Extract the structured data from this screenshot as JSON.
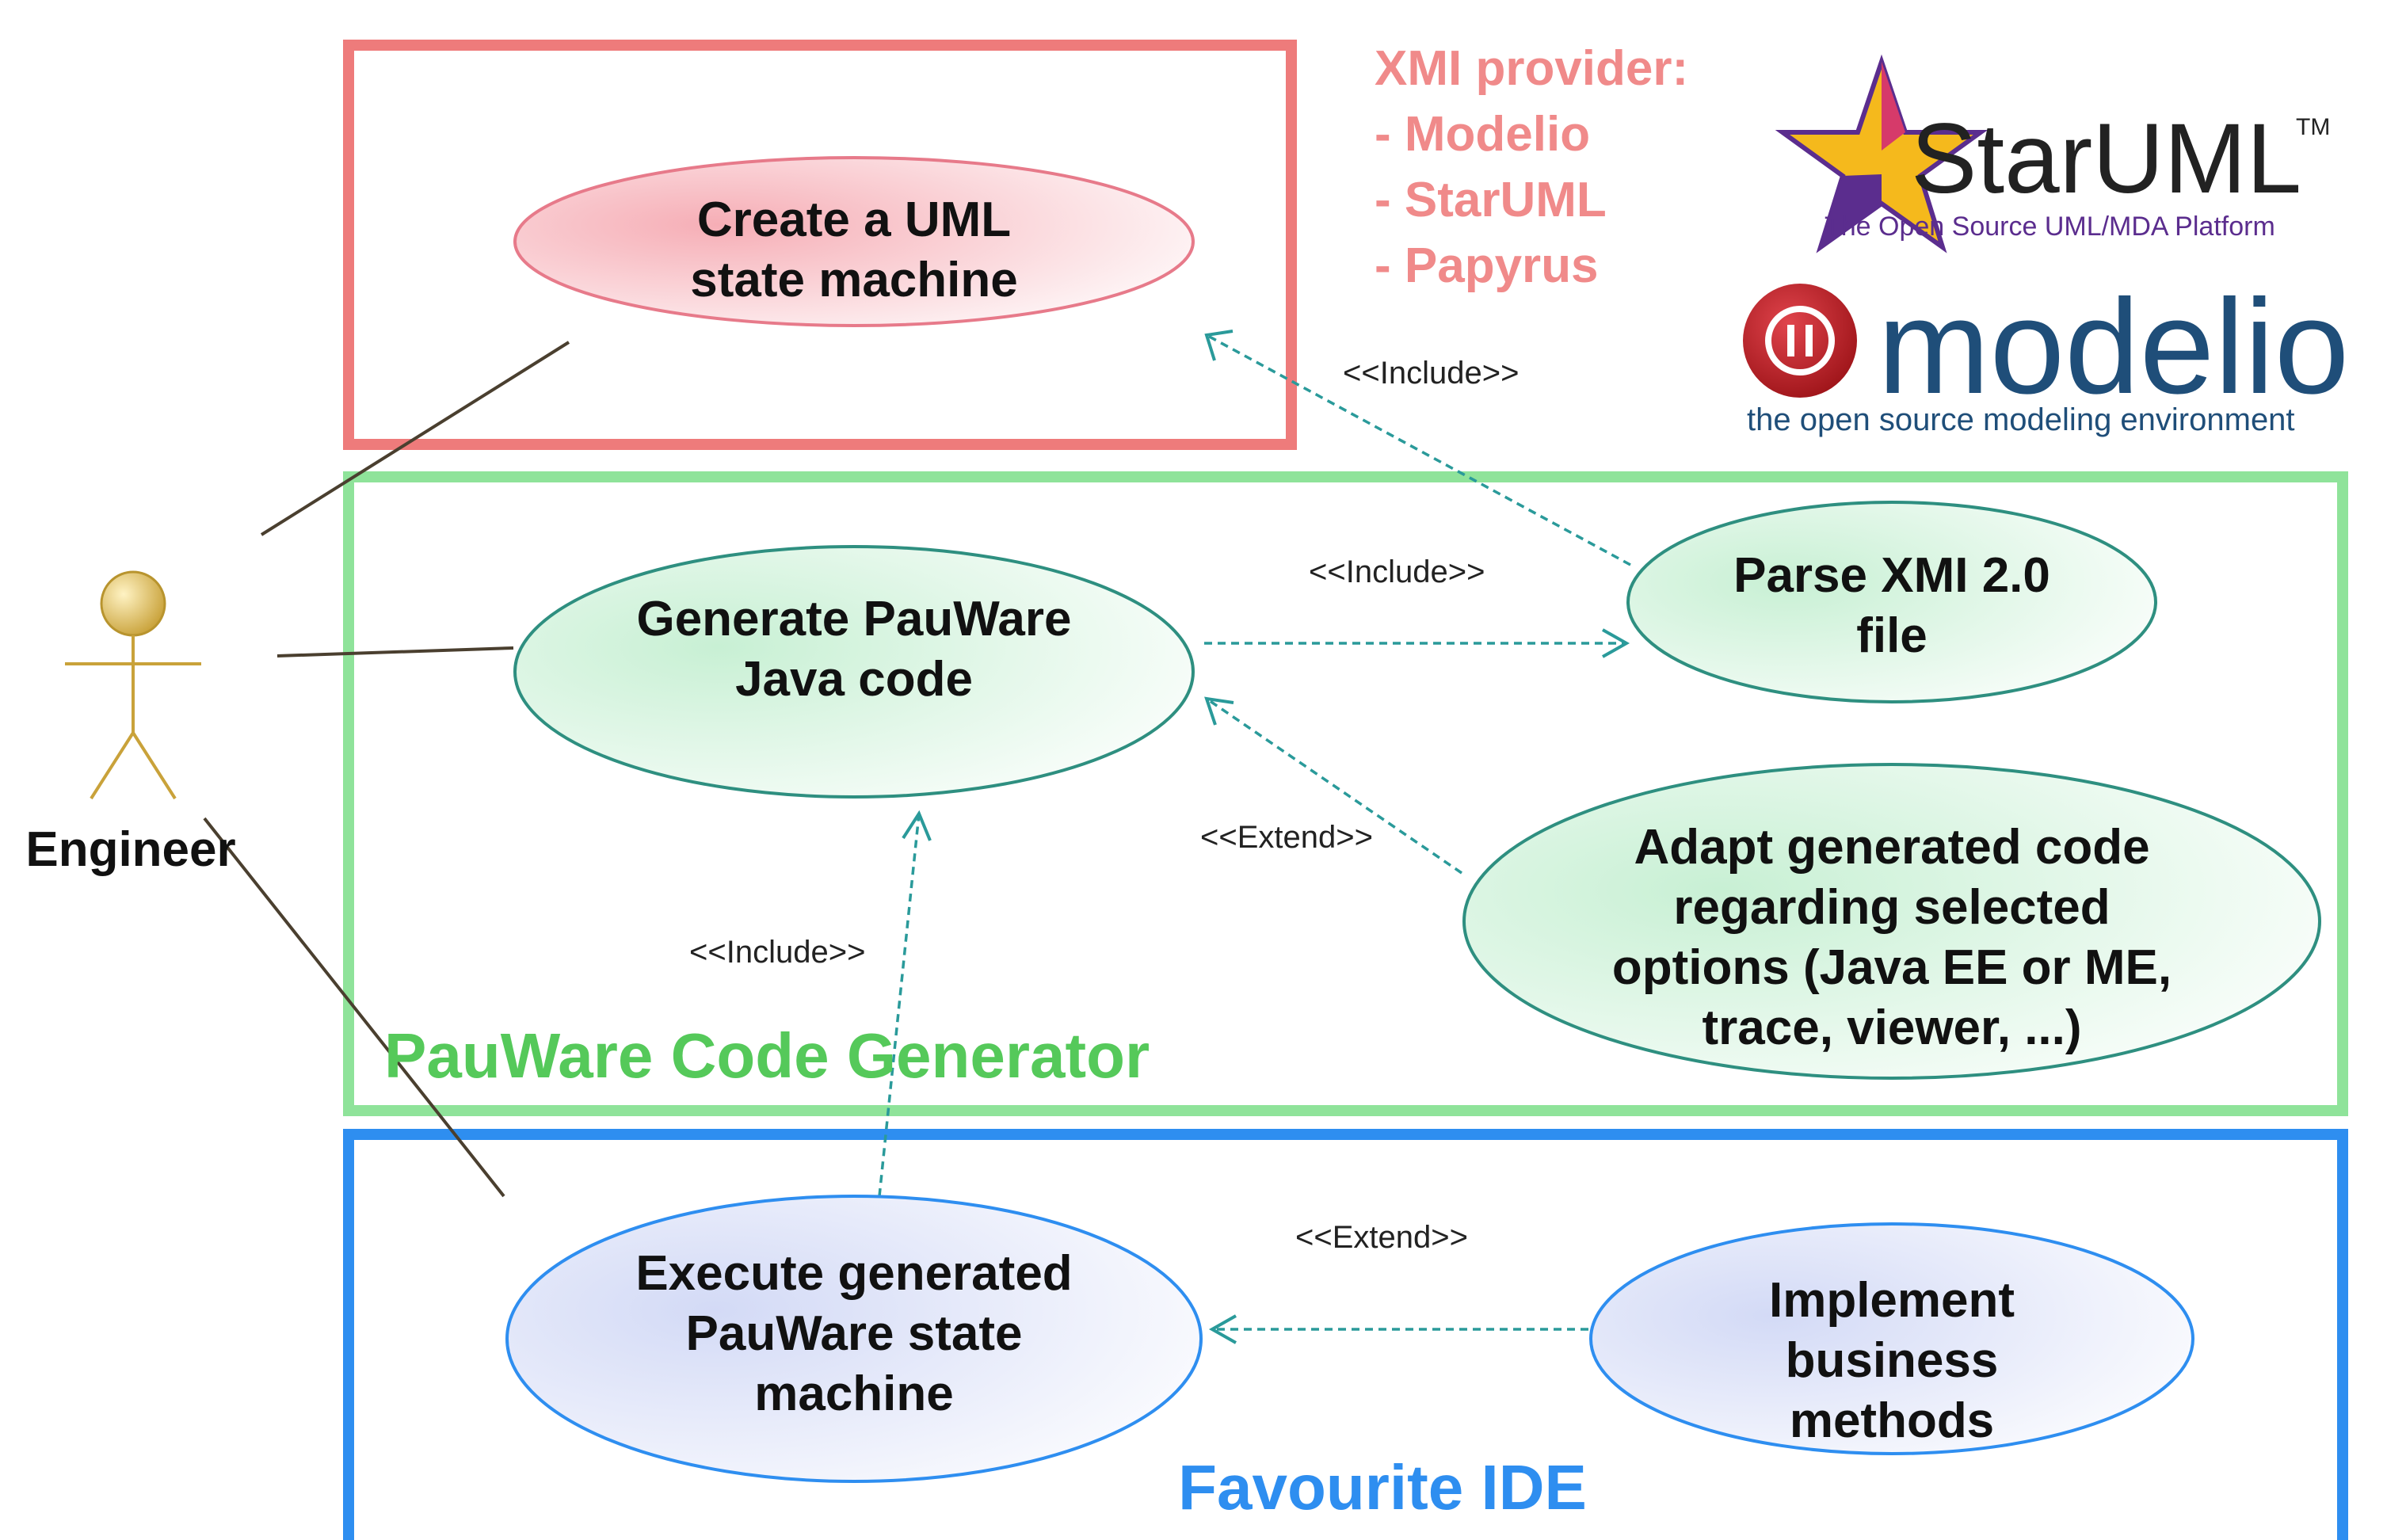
{
  "colors": {
    "red_box": "#EE7B7B",
    "green_box": "#8FE39A",
    "blue_box": "#2E8EF0",
    "xmi_text": "#F08A8A",
    "generator_label": "#55C95A",
    "ide_label": "#2E8EF0",
    "dependency": "#2A9A9A",
    "starUML_purple": "#5B2D8E",
    "modelio_red": "#C41E2A",
    "modelio_blue": "#1F4E79"
  },
  "actor": {
    "name": "Engineer"
  },
  "xmi_providers": {
    "title": "XMI provider:",
    "items": [
      "- Modelio",
      "- StarUML",
      "- Papyrus"
    ]
  },
  "logos": {
    "staruml": {
      "name": "StarUML",
      "tm": "TM",
      "tagline": "The Open Source UML/MDA Platform"
    },
    "modelio": {
      "name": "modelio",
      "tagline": "the open source modeling environment"
    }
  },
  "boundaries": {
    "generator_label": "PauWare Code Generator",
    "ide_label": "Favourite IDE"
  },
  "use_cases": {
    "create": [
      "Create a UML",
      "state machine"
    ],
    "generate": [
      "Generate PauWare",
      "Java code"
    ],
    "parse": [
      "Parse XMI 2.0",
      "file"
    ],
    "adapt": [
      "Adapt generated code",
      "regarding selected",
      "options (Java EE or ME,",
      "trace, viewer, ...)"
    ],
    "execute": [
      "Execute generated",
      "PauWare state",
      "machine"
    ],
    "implement": [
      "Implement",
      "business",
      "methods"
    ]
  },
  "relations": {
    "include_parse_create": "<<Include>>",
    "include_generate_parse": "<<Include>>",
    "extend_adapt_generate": "<<Extend>>",
    "include_execute_generate": "<<Include>>",
    "extend_implement_execute": "<<Extend>>"
  }
}
